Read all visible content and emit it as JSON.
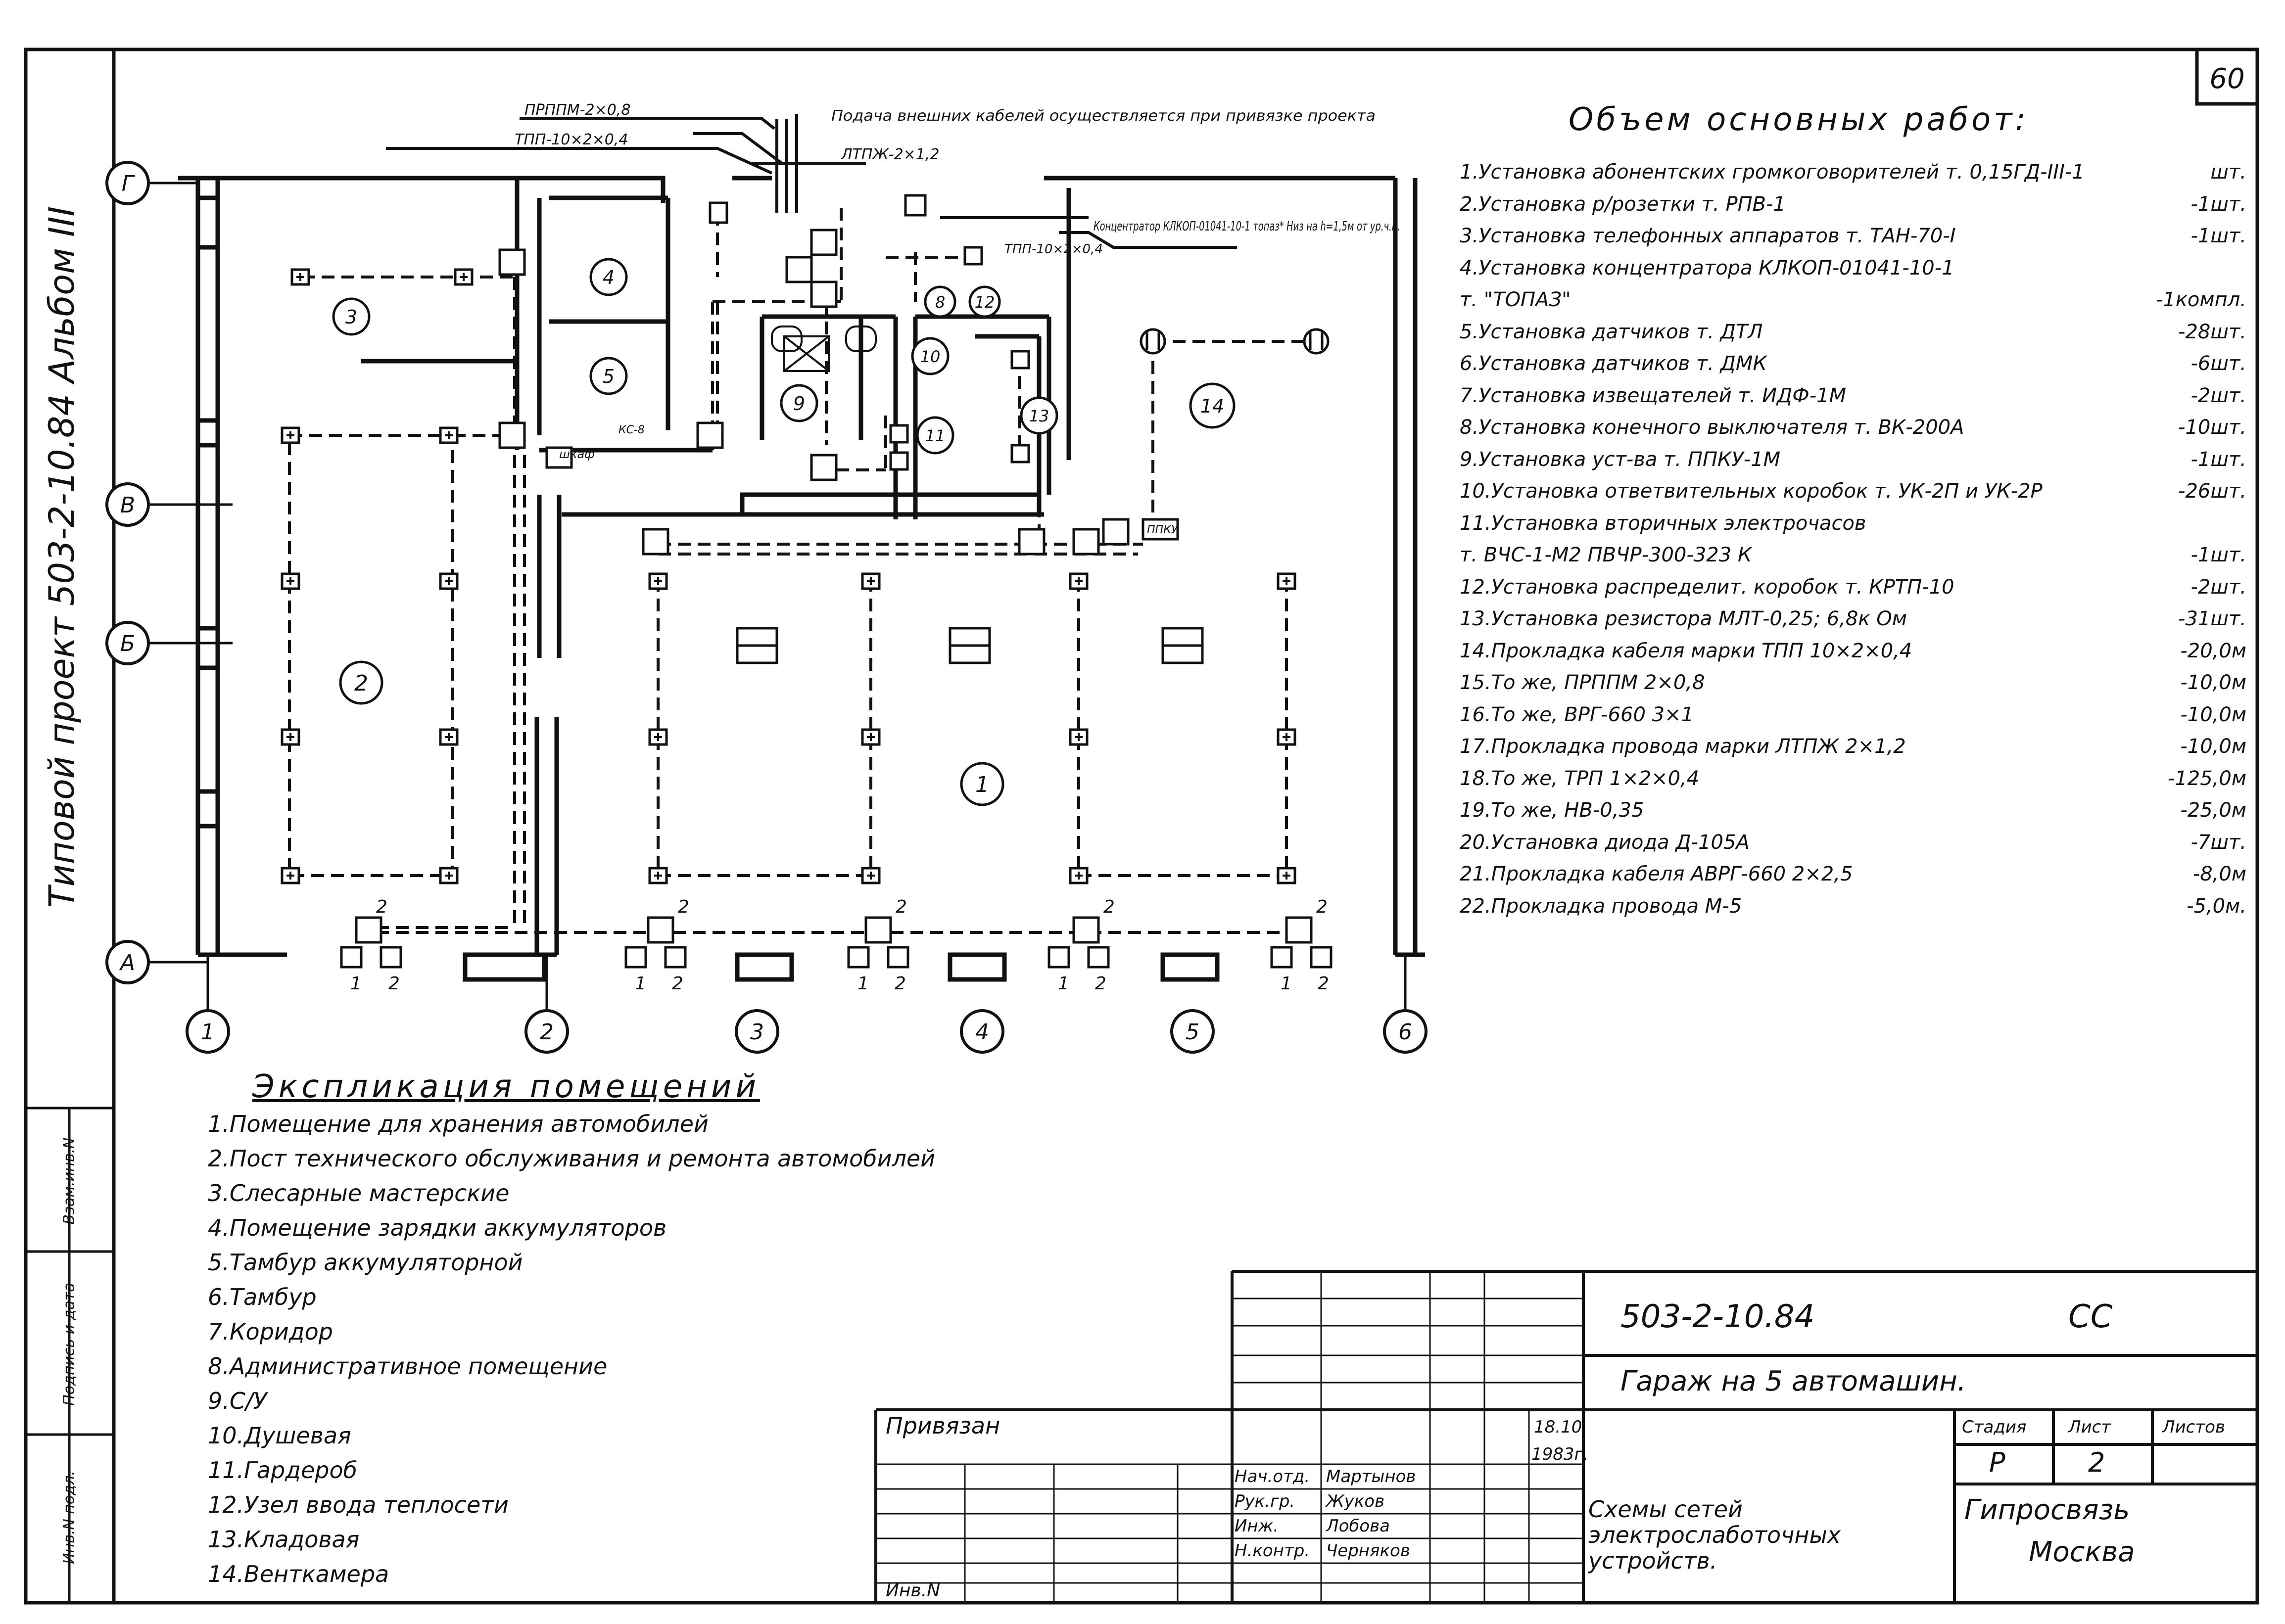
{
  "sheet": {
    "number": "60",
    "side_caption": "Типовой проект 503-2-10.84 Альбом III",
    "side_stamp_labels": [
      "Инв.N подл.",
      "Подпись и дата",
      "Взам.инв.N"
    ]
  },
  "plan": {
    "axis_letters": [
      "Г",
      "В",
      "Б",
      "А"
    ],
    "axis_numbers": [
      "1",
      "2",
      "3",
      "4",
      "5",
      "6"
    ],
    "room_numbers": [
      "1",
      "2",
      "3",
      "4",
      "5",
      "8",
      "9",
      "10",
      "11",
      "12",
      "13",
      "14"
    ],
    "cable_labels": [
      "ПРППМ-2×0,8",
      "ТПП-10×2×0,4",
      "ЛТПЖ-2×1,2",
      "ТПП-10×2×0,4"
    ],
    "note_external": "Подача внешних кабелей осуществляется при привязке проекта",
    "note_concentrator": "Концентратор КЛКОП-01041-10-1 топаз* Низ на h=1,5м от ур.ч.п.",
    "small_labels": [
      "шкаф",
      "КС-8",
      "ППКУ"
    ],
    "bottom_pair": [
      "1",
      "2"
    ],
    "box_label": "2"
  },
  "works": {
    "title": "Объем основных работ:",
    "items": [
      {
        "text": "1.Установка абонентских громкоговорителей т. 0,15ГД-III-1",
        "qty": "шт."
      },
      {
        "text": "2.Установка р/розетки т. РПВ-1",
        "qty": "-1шт."
      },
      {
        "text": "3.Установка телефонных аппаратов т. ТАН-70-I",
        "qty": "-1шт."
      },
      {
        "text": "4.Установка концентратора КЛКОП-01041-10-1",
        "qty": ""
      },
      {
        "text": "т. \"ТОПАЗ\"",
        "qty": "-1компл."
      },
      {
        "text": "5.Установка датчиков т. ДТЛ",
        "qty": "-28шт."
      },
      {
        "text": "6.Установка датчиков т. ДМК",
        "qty": "-6шт."
      },
      {
        "text": "7.Установка извещателей т. ИДФ-1М",
        "qty": "-2шт."
      },
      {
        "text": "8.Установка конечного выключателя т. ВК-200А",
        "qty": "-10шт."
      },
      {
        "text": "9.Установка уст-ва т. ППКУ-1М",
        "qty": "-1шт."
      },
      {
        "text": "10.Установка ответвительных коробок т. УК-2П и УК-2Р",
        "qty": "-26шт."
      },
      {
        "text": "11.Установка вторичных электрочасов",
        "qty": ""
      },
      {
        "text": "т. ВЧС-1-М2 ПВЧР-300-323 К",
        "qty": "-1шт."
      },
      {
        "text": "12.Установка распределит. коробок т. КРТП-10",
        "qty": "-2шт."
      },
      {
        "text": "13.Установка резистора МЛТ-0,25; 6,8к Ом",
        "qty": "-31шт."
      },
      {
        "text": "14.Прокладка кабеля марки ТПП 10×2×0,4",
        "qty": "-20,0м"
      },
      {
        "text": "15.То же,                ПРППМ 2×0,8",
        "qty": "-10,0м"
      },
      {
        "text": "16.То же,                ВРГ-660 3×1",
        "qty": "-10,0м"
      },
      {
        "text": "17.Прокладка провода марки ЛТПЖ 2×1,2",
        "qty": "-10,0м"
      },
      {
        "text": "18.То же,                ТРП 1×2×0,4",
        "qty": "-125,0м"
      },
      {
        "text": "19.То же,                НВ-0,35",
        "qty": "-25,0м"
      },
      {
        "text": "20.Установка диода Д-105А",
        "qty": "-7шт."
      },
      {
        "text": "21.Прокладка кабеля АВРГ-660 2×2,5",
        "qty": "-8,0м"
      },
      {
        "text": "22.Прокладка провода М-5",
        "qty": "-5,0м."
      }
    ]
  },
  "explication": {
    "title": "Экспликация помещений",
    "items": [
      "1.Помещение для хранения автомобилей",
      "2.Пост технического обслуживания и ремонта автомобилей",
      "3.Слесарные мастерские",
      "4.Помещение зарядки аккумуляторов",
      "5.Тамбур аккумуляторной",
      "6.Тамбур",
      "7.Коридор",
      "8.Административное помещение",
      "9.С/У",
      "10.Душевая",
      "11.Гардероб",
      "12.Узел ввода теплосети",
      "13.Кладовая",
      "14.Венткамера"
    ]
  },
  "title_block": {
    "code": "503-2-10.84",
    "mark": "СС",
    "object": "Гараж на 5 автомашин.",
    "bound_label": "Привязан",
    "inv_label": "Инв.N",
    "date_day": "18.10",
    "date_year": "1983г.",
    "stage_header": "Стадия",
    "sheet_header": "Лист",
    "sheets_header": "Листов",
    "stage": "Р",
    "sheet_no": "2",
    "drawing_title": "Схемы сетей электрослаботочных устройств.",
    "org_name": "Гипросвязь",
    "org_city": "Москва",
    "roles": [
      {
        "role": "Нач.отд.",
        "name": "Мартынов"
      },
      {
        "role": "Рук.гр.",
        "name": "Жуков"
      },
      {
        "role": "Инж.",
        "name": "Лобова"
      },
      {
        "role": "Н.контр.",
        "name": "Черняков"
      }
    ]
  }
}
